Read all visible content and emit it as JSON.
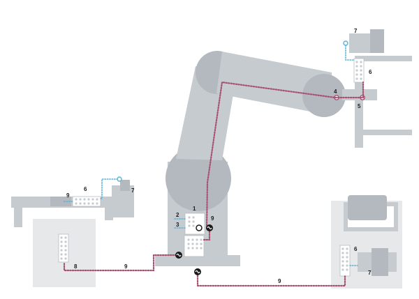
{
  "labels": {
    "l1": "1",
    "l2": "2",
    "l3": "3",
    "l4": "4",
    "l5": "5",
    "l6_top": "6",
    "l6_left": "6",
    "l6_right": "6",
    "l7_top": "7",
    "l7_left": "7",
    "l7_right": "7",
    "l8": "8",
    "l9_base": "9",
    "l9_left_cable": "9",
    "l9_bottom_cable": "9",
    "l9_left_station": "9"
  },
  "colors": {
    "machine_grey": "#c6cbd0",
    "cable_red": "#a85070",
    "cable_blue": "#5ab4d6",
    "label": "#1a1a1a"
  }
}
